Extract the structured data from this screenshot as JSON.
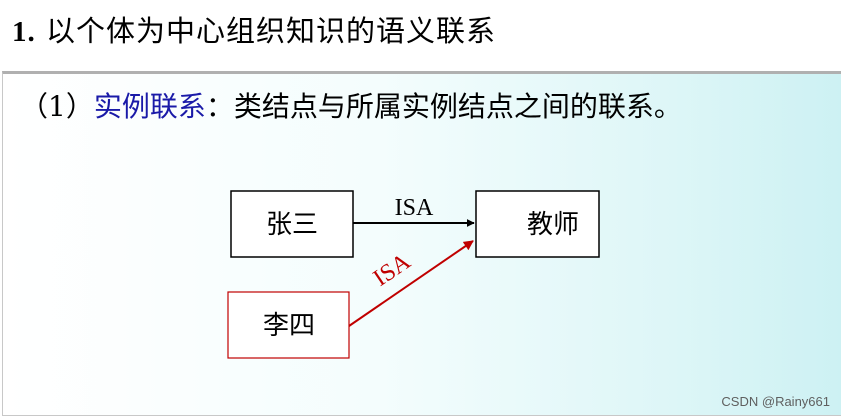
{
  "heading": {
    "number": "1.",
    "text": "以个体为中心组织知识的语义联系"
  },
  "item": {
    "prefix": "（1）",
    "term": "实例联系",
    "colon": "：",
    "description": "类结点与所属实例结点之间的联系。"
  },
  "diagram": {
    "nodes": {
      "zhangsan": "张三",
      "teacher": "教师",
      "lisi": "李四"
    },
    "edges": {
      "zhangsan_teacher": "ISA",
      "lisi_teacher": "ISA"
    },
    "colors": {
      "black_edge": "#000000",
      "red_edge": "#c00000",
      "lisi_border": "#c00000"
    }
  },
  "watermark": "CSDN @Rainy661"
}
